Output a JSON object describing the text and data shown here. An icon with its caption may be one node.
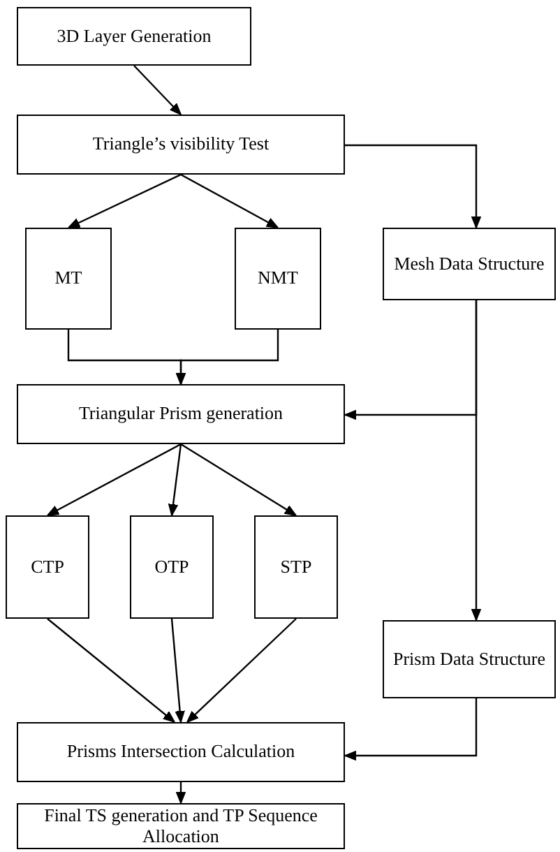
{
  "diagram": {
    "nodes": [
      {
        "text": [
          "3D Layer Generation"
        ]
      },
      {
        "text": [
          "Triangle’s visibility Test"
        ]
      },
      {
        "text": [
          "Mesh Data Structure"
        ]
      },
      {
        "text": [
          "MT"
        ]
      },
      {
        "text": [
          "NMT"
        ]
      },
      {
        "text": [
          "Triangular Prism generation"
        ]
      },
      {
        "text": [
          "CTP"
        ]
      },
      {
        "text": [
          "OTP"
        ]
      },
      {
        "text": [
          "STP"
        ]
      },
      {
        "text": [
          "Prism Data Structure"
        ]
      },
      {
        "text": [
          "Prisms Intersection Calculation"
        ]
      },
      {
        "text": [
          "Final TS generation and TP Sequence Allocation"
        ]
      }
    ],
    "edges": [
      {
        "from": 0,
        "to": 1,
        "arrow": "to"
      },
      {
        "from": 1,
        "to": 2,
        "arrow": "to"
      },
      {
        "from": 1,
        "to": 3,
        "arrow": "to"
      },
      {
        "from": 1,
        "to": 4,
        "arrow": "to"
      },
      {
        "from": 3,
        "to": 5,
        "arrow": "to"
      },
      {
        "from": 4,
        "to": 5,
        "arrow": "to"
      },
      {
        "from": 2,
        "to": 5,
        "arrow": "to"
      },
      {
        "from": 2,
        "to": 9,
        "arrow": "to"
      },
      {
        "from": 5,
        "to": 6,
        "arrow": "to"
      },
      {
        "from": 5,
        "to": 7,
        "arrow": "to"
      },
      {
        "from": 5,
        "to": 8,
        "arrow": "to"
      },
      {
        "from": 6,
        "to": 10,
        "arrow": "to"
      },
      {
        "from": 7,
        "to": 10,
        "arrow": "to"
      },
      {
        "from": 8,
        "to": 10,
        "arrow": "to"
      },
      {
        "from": 9,
        "to": 10,
        "arrow": "to"
      },
      {
        "from": 10,
        "to": 11,
        "arrow": "to"
      }
    ]
  }
}
